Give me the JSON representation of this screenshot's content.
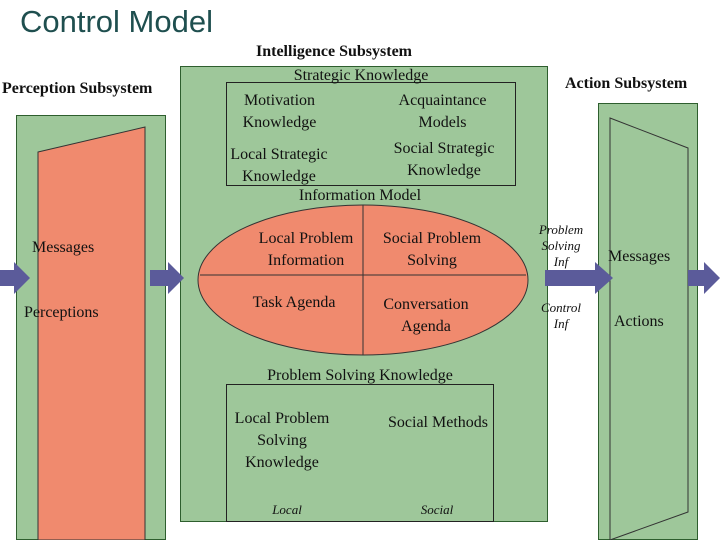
{
  "title": "Control Model",
  "perception": {
    "title": "Perception Subsystem",
    "messages": "Messages",
    "perceptions": "Perceptions"
  },
  "intelligence": {
    "title": "Intelligence Subsystem",
    "strategic": {
      "title": "Strategic Knowledge",
      "motivation": [
        "Motivation",
        "Knowledge"
      ],
      "acquaintance": [
        "Acquaintance",
        "Models"
      ],
      "local_strategic": [
        "Local Strategic",
        "Knowledge"
      ],
      "social_strategic": [
        "Social Strategic",
        "Knowledge"
      ]
    },
    "information": {
      "title": "Information Model",
      "local_problem_info": [
        "Local Problem",
        "Information"
      ],
      "social_problem_solving": [
        "Social Problem",
        "Solving"
      ],
      "task_agenda": "Task Agenda",
      "conversation_agenda": [
        "Conversation",
        "Agenda"
      ]
    },
    "problem_solving": {
      "title": "Problem Solving Knowledge",
      "local_problem_knowledge": [
        "Local Problem",
        "Solving",
        "Knowledge"
      ],
      "social_methods": "Social Methods",
      "local": "Local",
      "social": "Social"
    }
  },
  "connectors": {
    "problem_solving_inf": [
      "Problem",
      "Solving",
      "Inf"
    ],
    "control_inf": [
      "Control",
      "Inf"
    ]
  },
  "action": {
    "title": "Action Subsystem",
    "messages": "Messages",
    "actions": "Actions"
  },
  "colors": {
    "panel": "#9ec79a",
    "ellipse": "#f08a6e",
    "trapezoid": "#f08a6e",
    "action_trapezoid": "#9ec79a",
    "arrow": "#5b5b9a",
    "title": "#1f4f4f"
  }
}
